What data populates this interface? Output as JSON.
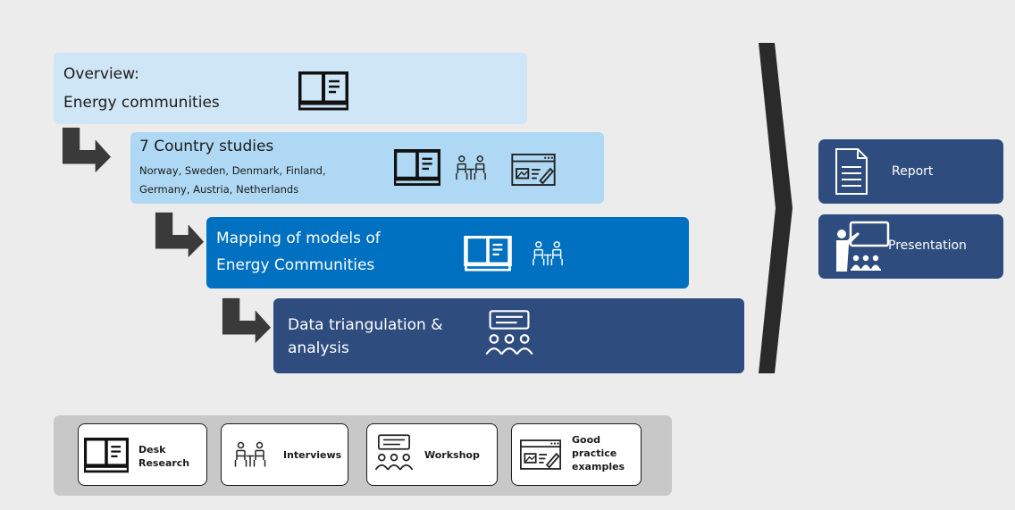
{
  "steps": [
    {
      "line1": "Overview:",
      "line2": "Energy communities"
    },
    {
      "title": "7 Country studies",
      "line1": "Norway, Sweden, Denmark, Finland,",
      "line2": "Germany, Austria, Netherlands"
    },
    {
      "line1": "Mapping of models of",
      "line2": "Energy Communities"
    },
    {
      "line1": "Data triangulation &",
      "line2": "analysis"
    }
  ],
  "outputs": [
    {
      "label": "Report",
      "icon": "report-icon"
    },
    {
      "label": "Presentation",
      "icon": "presentation-icon"
    }
  ],
  "legend": [
    {
      "line1": "Desk",
      "line2": "Research",
      "icon": "book-icon"
    },
    {
      "line1": "Interviews",
      "icon": "interview-icon"
    },
    {
      "line1": "Workshop",
      "icon": "workshop-icon"
    },
    {
      "line1": "Good",
      "line2": "practice",
      "line3": "examples",
      "icon": "good-practice-icon"
    }
  ],
  "colors": {
    "step1": "#cfe6f7",
    "step2": "#aed8f3",
    "step3": "#0070c0",
    "step4": "#2e4c7e",
    "output": "#2e4c7e",
    "arrow": "#3a3a3a"
  }
}
